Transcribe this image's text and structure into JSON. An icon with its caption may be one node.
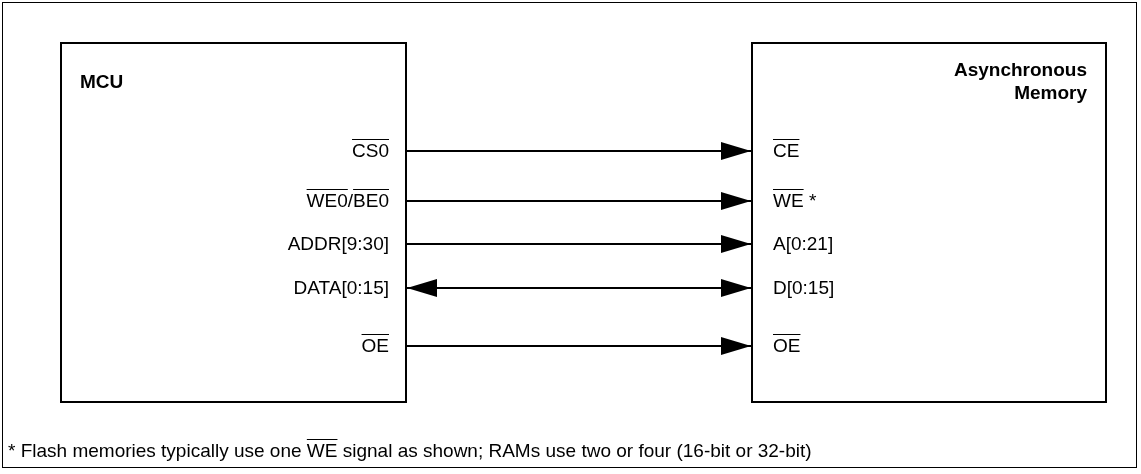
{
  "diagram": {
    "nodes": [
      {
        "text": [
          "MCU"
        ]
      },
      {
        "text": [
          "Asynchronous Memory"
        ]
      },
      {
        "text": [
          "CS0"
        ],
        "in": 0
      },
      {
        "text": [
          "WE0/BE0"
        ],
        "in": 0
      },
      {
        "text": [
          "ADDR[9:30]"
        ],
        "in": 0
      },
      {
        "text": [
          "DATA[0:15]"
        ],
        "in": 0
      },
      {
        "text": [
          "OE"
        ],
        "in": 0
      },
      {
        "text": [
          "CE"
        ],
        "in": 1
      },
      {
        "text": [
          "WE *"
        ],
        "in": 1
      },
      {
        "text": [
          "A[0:21]"
        ],
        "in": 1
      },
      {
        "text": [
          "D[0:15]"
        ],
        "in": 1
      },
      {
        "text": [
          "OE"
        ],
        "in": 1
      }
    ],
    "edges": [
      {
        "from": 2,
        "to": 7,
        "arrow": "to"
      },
      {
        "from": 3,
        "to": 8,
        "arrow": "to"
      },
      {
        "from": 4,
        "to": 9,
        "arrow": "to"
      },
      {
        "from": 5,
        "to": 10,
        "arrow": "both"
      },
      {
        "from": 6,
        "to": 11,
        "arrow": "to"
      }
    ],
    "labels": [
      "* Flash memories typically use one WE signal as shown; RAMs use two or four (16-bit or 32-bit)"
    ]
  }
}
